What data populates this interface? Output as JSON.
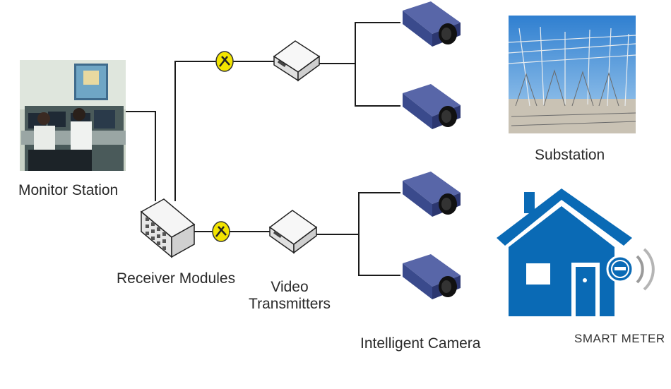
{
  "labels": {
    "monitor_station": "Monitor Station",
    "receiver_modules": "Receiver Modules",
    "video_transmitters_line1": "Video",
    "video_transmitters_line2": "Transmitters",
    "intelligent_camera": "Intelligent Camera",
    "substation": "Substation",
    "smart_meter": "SMART METER"
  },
  "colors": {
    "line": "#1a1a1a",
    "connector": "#f2e400",
    "house": "#0a6ab5",
    "camera": "#3a4a8c"
  },
  "icons": [
    "monitor-station-photo",
    "receiver-module-icon",
    "connector-icon",
    "video-transmitter-icon",
    "camera-icon",
    "substation-photo",
    "house-icon",
    "smart-meter-icon"
  ]
}
